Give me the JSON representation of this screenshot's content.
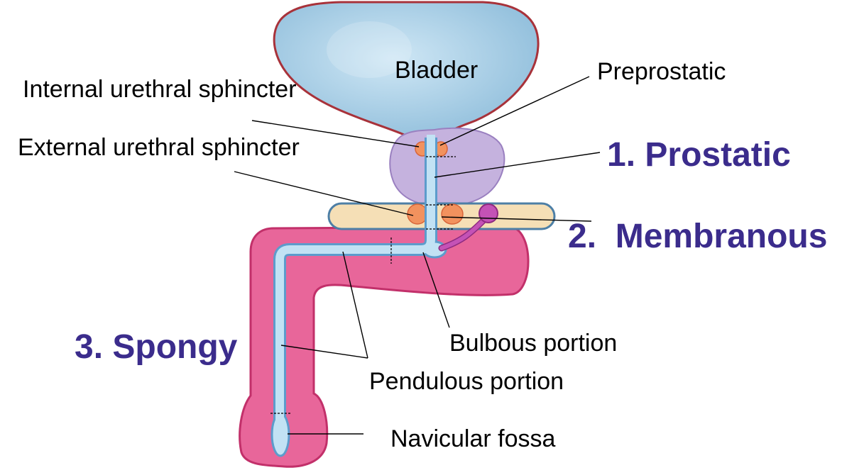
{
  "labels": {
    "bladder": "Bladder",
    "preprostatic": "Preprostatic",
    "internal_sphincter": "Internal urethral sphincter",
    "external_sphincter": "External urethral sphincter",
    "prostatic": "1. Prostatic",
    "membranous": "2.  Membranous",
    "spongy": "3. Spongy",
    "bulbous": "Bulbous portion",
    "pendulous": "Pendulous portion",
    "navicular": "Navicular fossa"
  },
  "colors": {
    "section_label": "#3b2c8c",
    "bladder_light": "#cfe7f5",
    "bladder_dark": "#8dbcda",
    "bladder_outline": "#a8323a",
    "prostate": "#c5b2de",
    "diaphragm": "#f5dfb6",
    "sphincter": "#f2925e",
    "gland": "#c452b6",
    "penis": "#e8669a",
    "urethra": "#c2e2f4"
  }
}
